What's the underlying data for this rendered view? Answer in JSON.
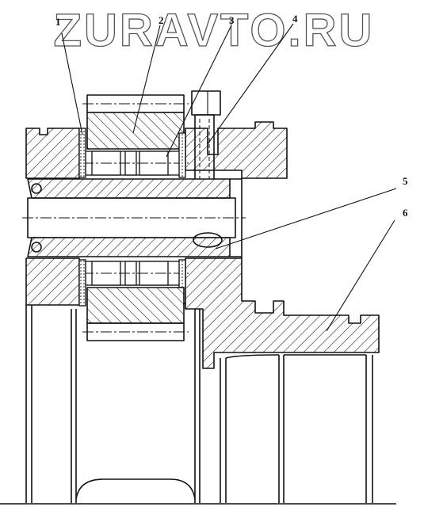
{
  "watermark": {
    "text": "ZURAVTO.RU"
  },
  "callouts": [
    {
      "label": "1"
    },
    {
      "label": "2"
    },
    {
      "label": "3"
    },
    {
      "label": "4"
    },
    {
      "label": "5"
    },
    {
      "label": "6"
    }
  ]
}
